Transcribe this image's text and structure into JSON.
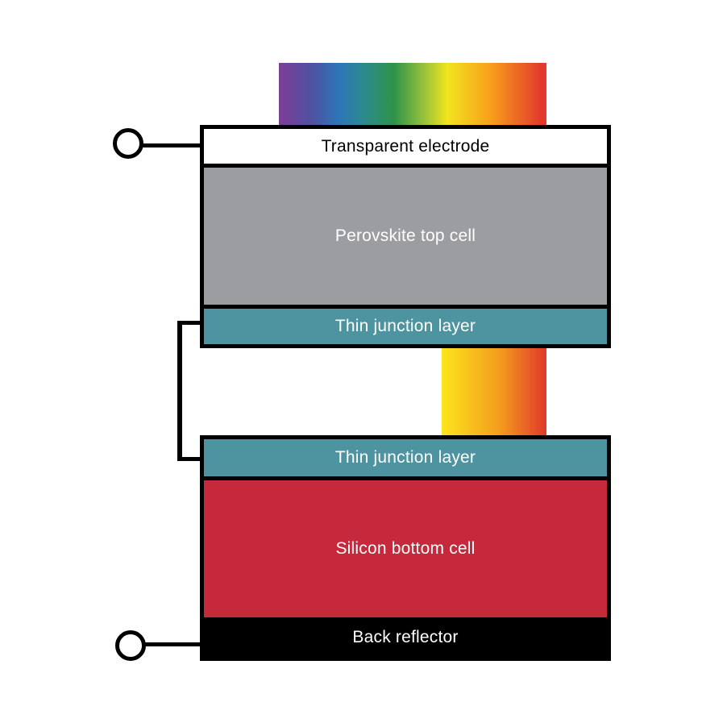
{
  "colors": {
    "background": "#ffffff",
    "outline": "#000000",
    "electrode_fill": "#ffffff",
    "perovskite_fill": "#9B9DA1",
    "junction_fill": "#4E93A0",
    "silicon_fill": "#C5293B",
    "reflector_fill": "#000000",
    "text_dark": "#000000",
    "text_light": "#ffffff"
  },
  "gradients": {
    "incoming_spectrum": [
      "#7E3D97 0%",
      "#4F51A0 12%",
      "#2E74B9 22%",
      "#2B8B8C 32%",
      "#2E9348 43%",
      "#8BBD3E 53%",
      "#F2E41E 63%",
      "#F8A01C 79%",
      "#E23A2B 98%"
    ],
    "transmitted_light": [
      "#FCE51B 0%",
      "#F49D1E 55%",
      "#E0392B 100%"
    ]
  },
  "top_stack": {
    "layers": [
      {
        "label": "Transparent electrode",
        "fill": "#ffffff",
        "text_color": "#000000"
      },
      {
        "label": "Perovskite top cell",
        "fill": "#9B9DA1",
        "text_color": "#ffffff"
      },
      {
        "label": "Thin junction layer",
        "fill": "#4E93A0",
        "text_color": "#ffffff"
      }
    ]
  },
  "bottom_stack": {
    "layers": [
      {
        "label": "Thin junction layer",
        "fill": "#4E93A0",
        "text_color": "#ffffff"
      },
      {
        "label": "Silicon bottom cell",
        "fill": "#C5293B",
        "text_color": "#ffffff"
      },
      {
        "label": "Back reflector",
        "fill": "#000000",
        "text_color": "#ffffff"
      }
    ]
  }
}
